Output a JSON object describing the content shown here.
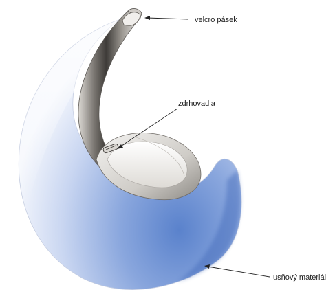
{
  "diagram": {
    "labels": {
      "velcro": "velcro pásek",
      "drawstring": "zdrhovadla",
      "material": "usňový materiál"
    },
    "colors": {
      "background": "#ffffff",
      "material_light": "#eef2fb",
      "material_dark": "#4f79c6",
      "strap_dark": "#3e3b38",
      "strap_light": "#e9e7e3",
      "line": "#222222"
    }
  }
}
